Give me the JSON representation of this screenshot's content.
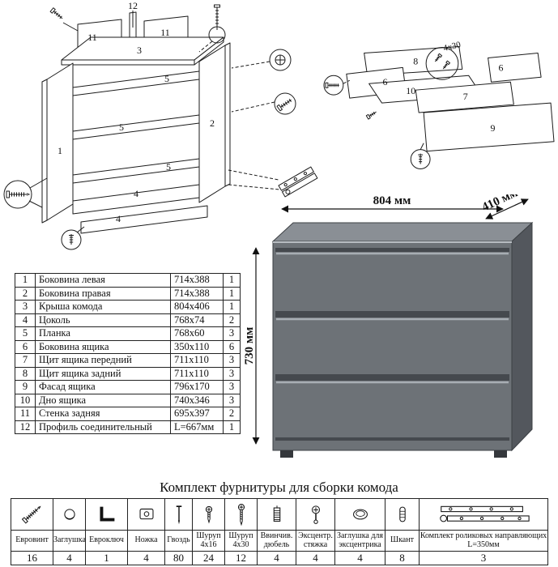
{
  "page": {
    "hardware_title": "Комплект фурнитуры для сборки комода"
  },
  "parts": {
    "rows": [
      {
        "n": "1",
        "name": "Боковина левая",
        "size": "714x388",
        "qty": "1"
      },
      {
        "n": "2",
        "name": "Боковина правая",
        "size": "714x388",
        "qty": "1"
      },
      {
        "n": "3",
        "name": "Крыша комода",
        "size": "804x406",
        "qty": "1"
      },
      {
        "n": "4",
        "name": "Цоколь",
        "size": "768x74",
        "qty": "2"
      },
      {
        "n": "5",
        "name": "Планка",
        "size": "768x60",
        "qty": "3"
      },
      {
        "n": "6",
        "name": "Боковина ящика",
        "size": "350x110",
        "qty": "6"
      },
      {
        "n": "7",
        "name": "Щит ящика передний",
        "size": "711x110",
        "qty": "3"
      },
      {
        "n": "8",
        "name": "Щит ящика задний",
        "size": "711x110",
        "qty": "3"
      },
      {
        "n": "9",
        "name": "Фасад ящика",
        "size": "796x170",
        "qty": "3"
      },
      {
        "n": "10",
        "name": "Дно ящика",
        "size": "740x346",
        "qty": "3"
      },
      {
        "n": "11",
        "name": "Стенка задняя",
        "size": "695x397",
        "qty": "2"
      },
      {
        "n": "12",
        "name": "Профиль соединительный",
        "size": "L=667мм",
        "qty": "1"
      }
    ]
  },
  "dimensions": {
    "width": "804 мм",
    "depth": "410 мм",
    "height": "730 мм"
  },
  "hardware": {
    "items": [
      {
        "name": "Евровинт",
        "qty": "16"
      },
      {
        "name": "Заглушка",
        "qty": "4"
      },
      {
        "name": "Евроключ",
        "qty": "1"
      },
      {
        "name": "Ножка",
        "qty": "4"
      },
      {
        "name": "Гвоздь",
        "qty": "80"
      },
      {
        "name": "Шуруп 4x16",
        "qty": "24"
      },
      {
        "name": "Шуруп 4x30",
        "qty": "12"
      },
      {
        "name": "Ввинчив. дюбель",
        "qty": "4"
      },
      {
        "name": "Эксцентр. стяжка",
        "qty": "4"
      },
      {
        "name": "Заглушка для эксцентрика",
        "qty": "4"
      },
      {
        "name": "Шкант",
        "qty": "8"
      },
      {
        "name": "Комплект роликовых направляющих L=350мм",
        "qty": "3"
      }
    ]
  },
  "diagram_frame": {
    "labels": {
      "p1": "1",
      "p2": "2",
      "p3": "3",
      "p4a": "4",
      "p4b": "4",
      "p5a": "5",
      "p5b": "5",
      "p5c": "5",
      "p11a": "11",
      "p11b": "11",
      "p12": "12"
    }
  },
  "diagram_drawer": {
    "labels": {
      "p6a": "6",
      "p6b": "6",
      "p7": "7",
      "p8": "8",
      "p9": "9",
      "p10": "10",
      "screw_size": "4x30"
    }
  },
  "colors": {
    "dresser_front": "#6d7277",
    "dresser_top": "#8a8f95",
    "dresser_side": "#53575d",
    "dresser_gap": "#45494e"
  }
}
